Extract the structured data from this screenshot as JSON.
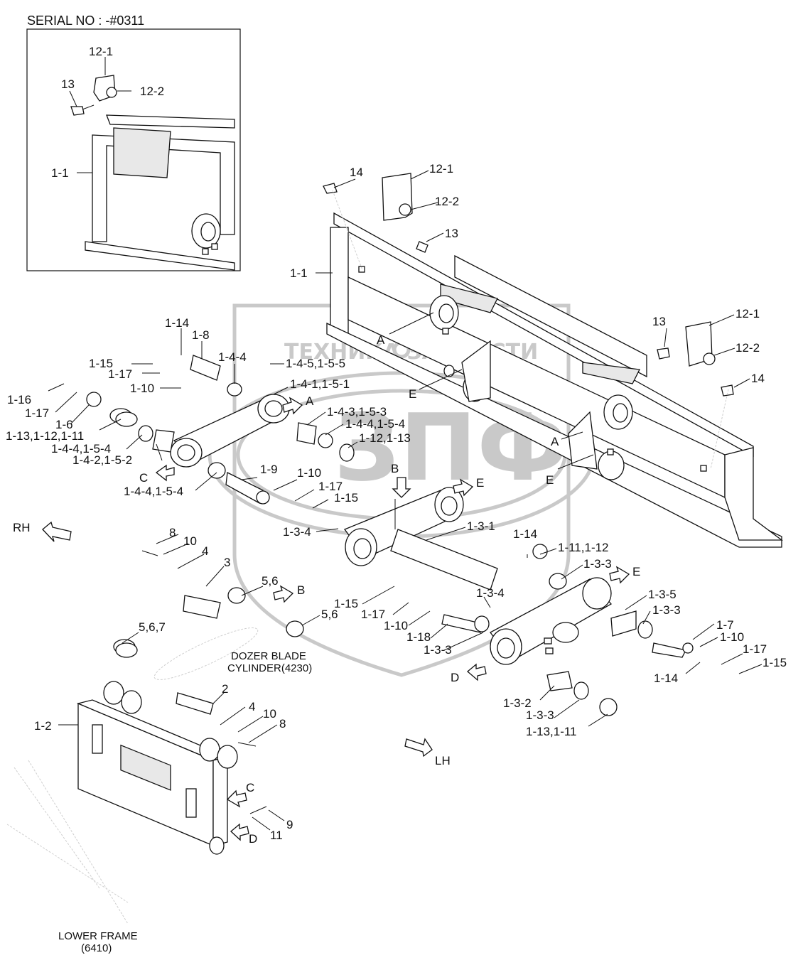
{
  "header": {
    "serial": "SERIAL NO : -#0311"
  },
  "watermark": {
    "text": "ТЕХНИКА ЗАПЧАСТИ",
    "logo": "ЗПФ"
  },
  "notes": {
    "cylinder_line1": "DOZER BLADE",
    "cylinder_line2": "CYLINDER(4230)",
    "frame_line1": "LOWER FRAME",
    "frame_line2": "(6410)",
    "rh": "RH",
    "lh": "LH"
  },
  "inset_labels": [
    "12-1",
    "13",
    "12-2",
    "1-1"
  ],
  "main_labels": [
    "14",
    "12-1",
    "12-2",
    "13",
    "1-1",
    "A",
    "13",
    "12-1",
    "12-2",
    "14",
    "E",
    "A",
    "E",
    "1-14",
    "1-8",
    "1-15",
    "1-17",
    "1-10",
    "1-4-4",
    "1-4-5,1-5-5",
    "1-16",
    "1-17",
    "1-6",
    "1-4-1,1-5-1",
    "A",
    "1-13,1-12,1-11",
    "1-4-3,1-5-3",
    "1-4-4,1-5-4",
    "1-4-4,1-5-4",
    "1-12,1-13",
    "1-4-2,1-5-2",
    "C",
    "1-4-4,1-5-4",
    "1-9",
    "1-10",
    "1-17",
    "1-15",
    "B",
    "E",
    "RH",
    "1-3-4",
    "8",
    "10",
    "4",
    "3",
    "1-14",
    "1-11,1-12",
    "1-3-1",
    "1-3-3",
    "E",
    "5,6",
    "B",
    "1-3-5",
    "1-15",
    "1-17",
    "1-3-4",
    "1-3-3",
    "5,6",
    "1-10",
    "1-18",
    "1-7",
    "1-10",
    "1-3-3",
    "5,6,7",
    "1-17",
    "1-15",
    "D",
    "1-14",
    "2",
    "1-3-2",
    "4",
    "1-3-3",
    "10",
    "1-13,1-11",
    "8",
    "1-2",
    "LH",
    "C",
    "9",
    "11",
    "D"
  ]
}
